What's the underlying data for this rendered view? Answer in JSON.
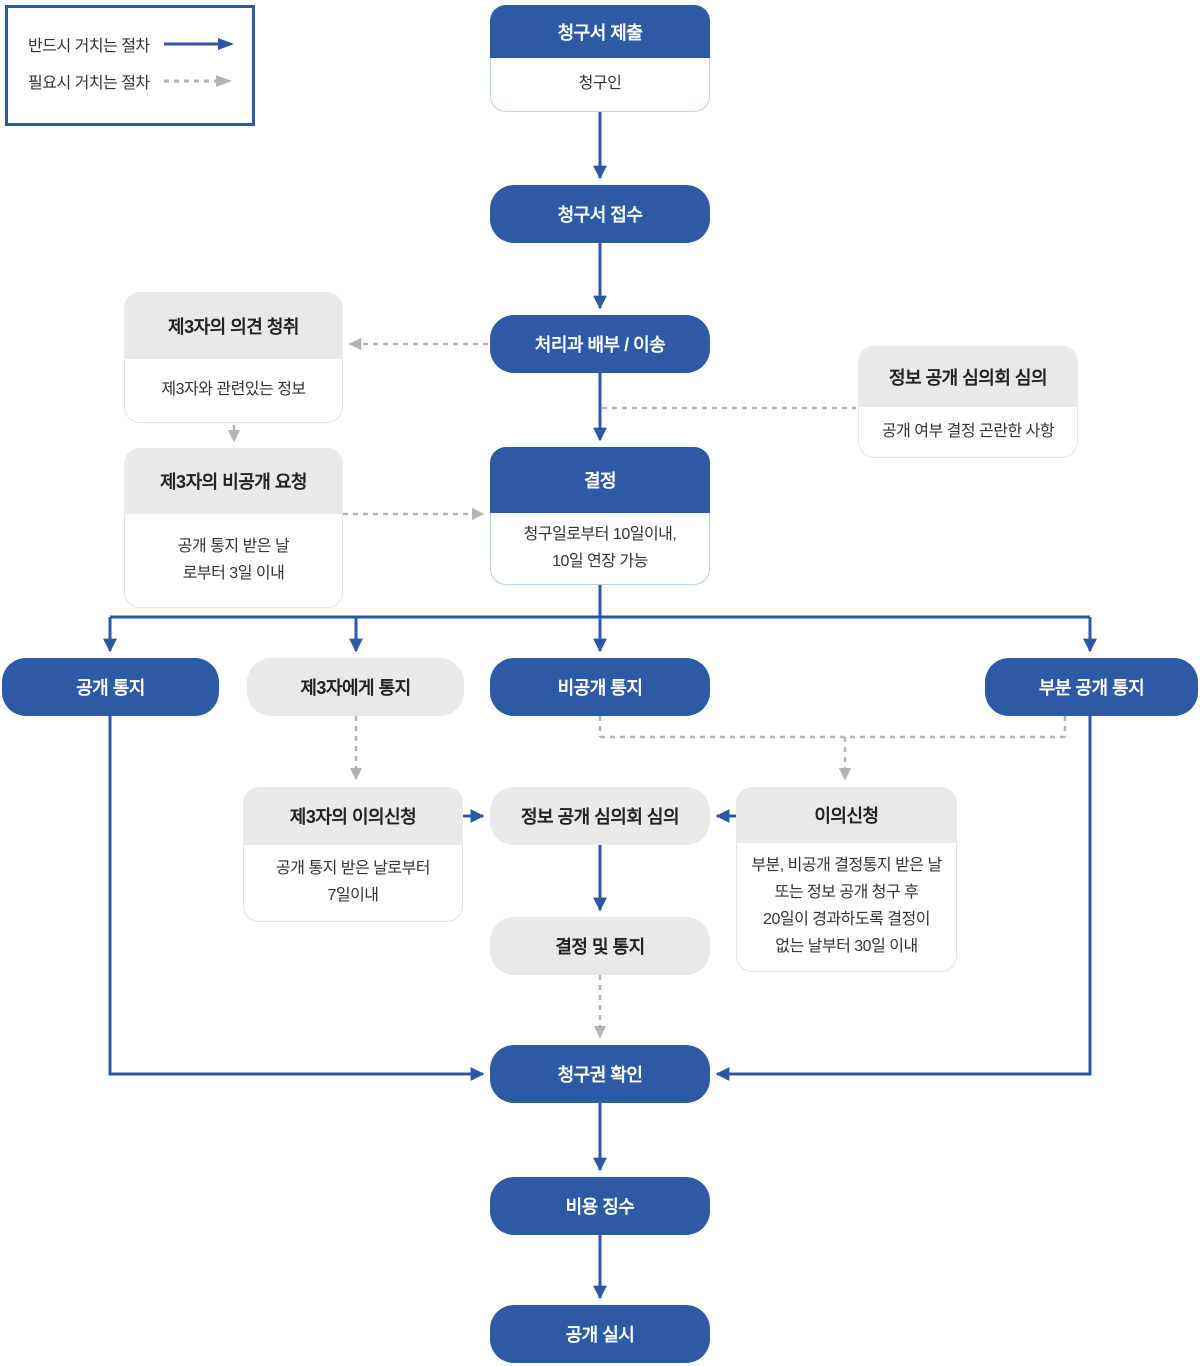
{
  "legend": {
    "required_label": "반드시 거치는 절차",
    "optional_label": "필요시 거치는 절차"
  },
  "colors": {
    "primary_blue": "#2c5aa4",
    "node_gray_fill": "#e9e9e9",
    "dashed_line_gray": "#b3b3b3",
    "body_text": "#333333",
    "blue_body_border": "#b9cfec"
  },
  "nodes": {
    "submit": {
      "title": "청구서 제출",
      "body": "청구인"
    },
    "receive": {
      "title": "청구서 접수"
    },
    "assign": {
      "title": "처리과 배부 / 이송"
    },
    "third_opinion": {
      "title": "제3자의 의견 청취",
      "body": "제3자와 관련있는 정보"
    },
    "committee_top": {
      "title": "정보 공개 심의회 심의",
      "body": "공개 여부 결정 곤란한 사항"
    },
    "decision": {
      "title": "결정",
      "body": "청구일로부터 10일이내,\n10일 연장 가능"
    },
    "third_private_request": {
      "title": "제3자의 비공개 요청",
      "body": "공개 통지 받은 날\n로부터 3일 이내"
    },
    "notice_open": {
      "title": "공개 통지"
    },
    "notice_third": {
      "title": "제3자에게 통지"
    },
    "notice_closed": {
      "title": "비공개 통지"
    },
    "notice_partial": {
      "title": "부분 공개 통지"
    },
    "third_objection": {
      "title": "제3자의 이의신청",
      "body": "공개 통지 받은 날로부터\n7일이내"
    },
    "committee_mid": {
      "title": "정보 공개 심의회 심의"
    },
    "objection": {
      "title": "이의신청",
      "body": "부분, 비공개 결정통지 받은 날\n또는 정보 공개 청구 후\n20일이 경과하도록 결정이\n없는 날부터 30일 이내"
    },
    "decide_notify": {
      "title": "결정 및 통지"
    },
    "verify_right": {
      "title": "청구권 확인"
    },
    "collect_fee": {
      "title": "비용 징수"
    },
    "disclose": {
      "title": "공개 실시"
    }
  }
}
